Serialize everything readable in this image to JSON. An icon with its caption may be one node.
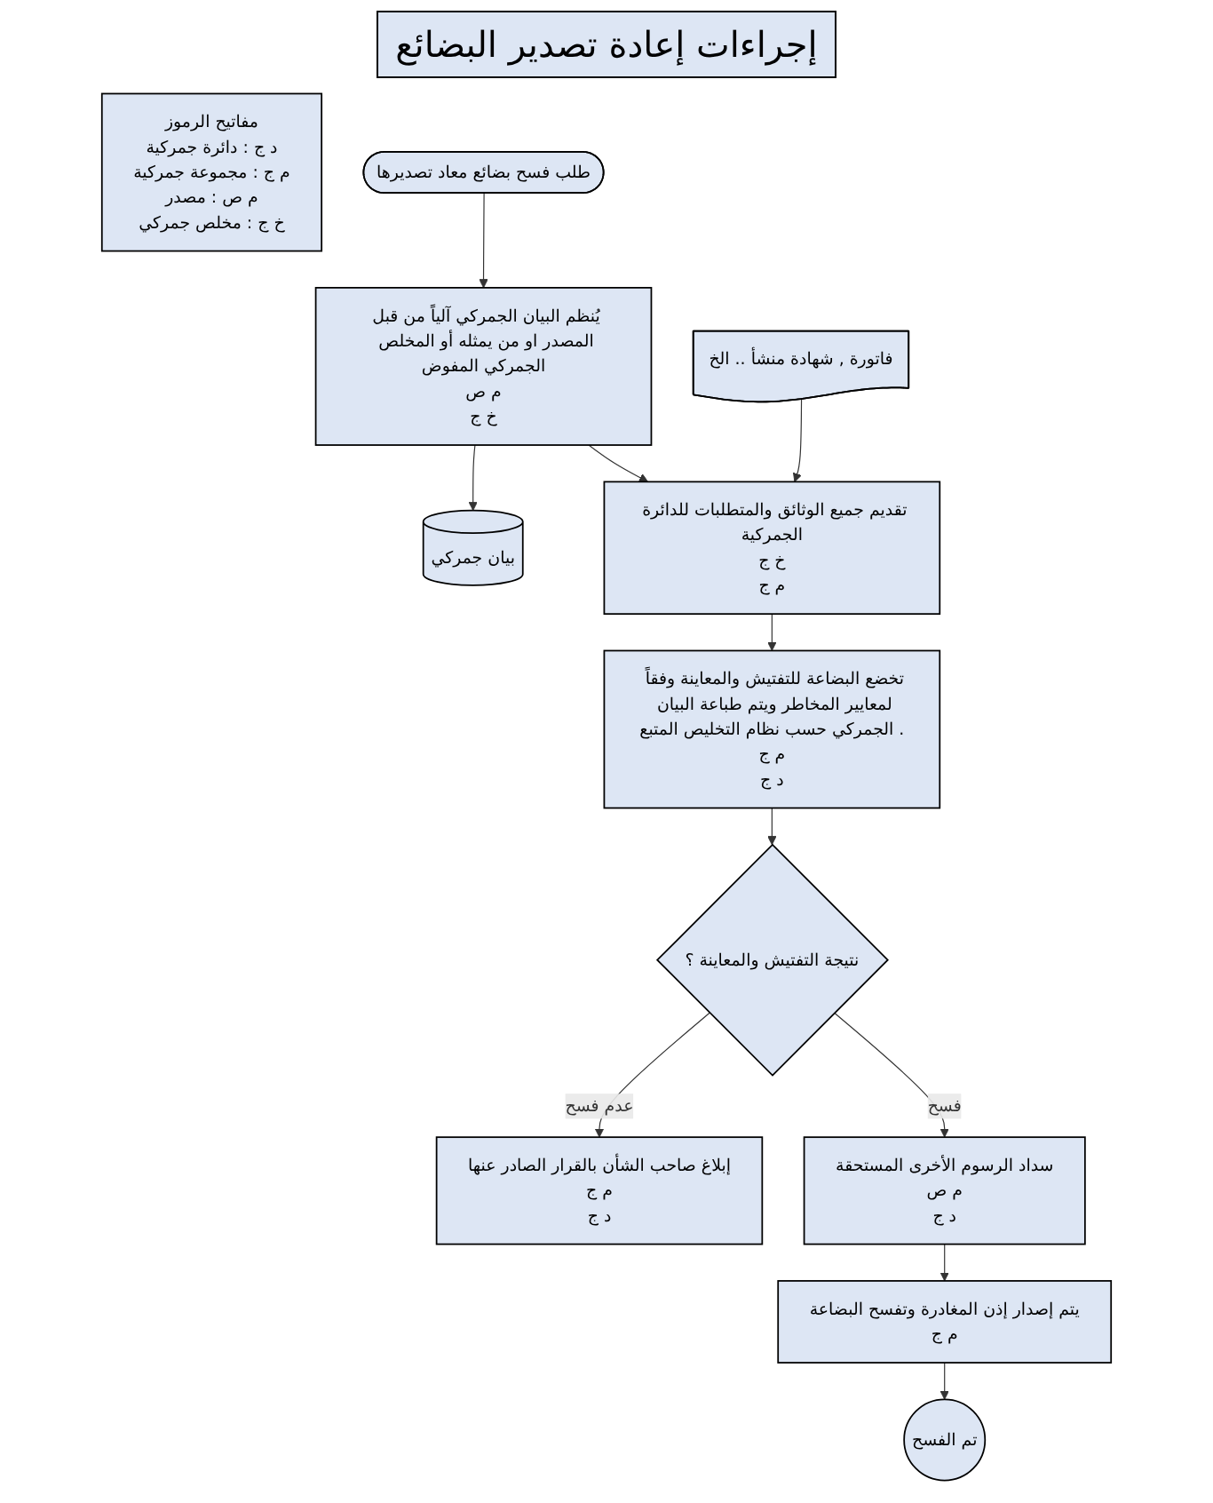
{
  "diagram": {
    "title": "إجراءات إعادة تصدير البضائع",
    "nodes": [
      {
        "text": [
          "مفاتيح الرموز",
          "د ج : دائرة جمركية",
          "م ج : مجموعة جمركية",
          "م ص : مصدر",
          "خ ج : مخلص جمركي"
        ]
      },
      {
        "text": [
          "طلب فسح بضائع معاد تصديرها"
        ]
      },
      {
        "text": [
          "يُنظم البيان الجمركي آلياً من قبل المصدر او من يمثله أو المخلص الجمركي المفوض",
          "م ص",
          "خ ج"
        ]
      },
      {
        "text": [
          "بيان جمركي"
        ]
      },
      {
        "text": [
          "فاتورة , شهادة منشأ .. الخ"
        ]
      },
      {
        "text": [
          "تقديم جميع الوثائق والمتطلبات للدائرة الجمركية",
          "خ ج",
          "م ج"
        ]
      },
      {
        "text": [
          "تخضع البضاعة للتفتيش والمعاينة وفقاً لمعايير المخاطر ويتم طباعة البيان الجمركي حسب نظام التخليص المتبع .",
          "م ج",
          "د ج"
        ]
      },
      {
        "text": [
          "نتيجة التفتيش والمعاينة ؟"
        ]
      },
      {
        "text": [
          "إبلاغ صاحب الشأن بالقرار الصادر عنها",
          "م ج",
          "د ج"
        ]
      },
      {
        "text": [
          "سداد الرسوم الأخرى المستحقة",
          "م ص",
          "د ج"
        ]
      },
      {
        "text": [
          "يتم إصدار إذن المغادرة وتفسح البضاعة",
          "م ج"
        ]
      },
      {
        "text": [
          "تم الفسح"
        ]
      }
    ],
    "edges": [
      {
        "from": 1,
        "to": 2,
        "arrow": "to"
      },
      {
        "from": 2,
        "to": 3,
        "arrow": "to"
      },
      {
        "from": 2,
        "to": 5,
        "arrow": "to"
      },
      {
        "from": 4,
        "to": 5,
        "arrow": "to"
      },
      {
        "from": 5,
        "to": 6,
        "arrow": "to"
      },
      {
        "from": 6,
        "to": 7,
        "arrow": "to"
      },
      {
        "from": 7,
        "to": 8,
        "arrow": "to",
        "label": "عدم فسح"
      },
      {
        "from": 7,
        "to": 9,
        "arrow": "to",
        "label": "فسح"
      },
      {
        "from": 9,
        "to": 10,
        "arrow": "to"
      },
      {
        "from": 10,
        "to": 11,
        "arrow": "to"
      }
    ]
  }
}
